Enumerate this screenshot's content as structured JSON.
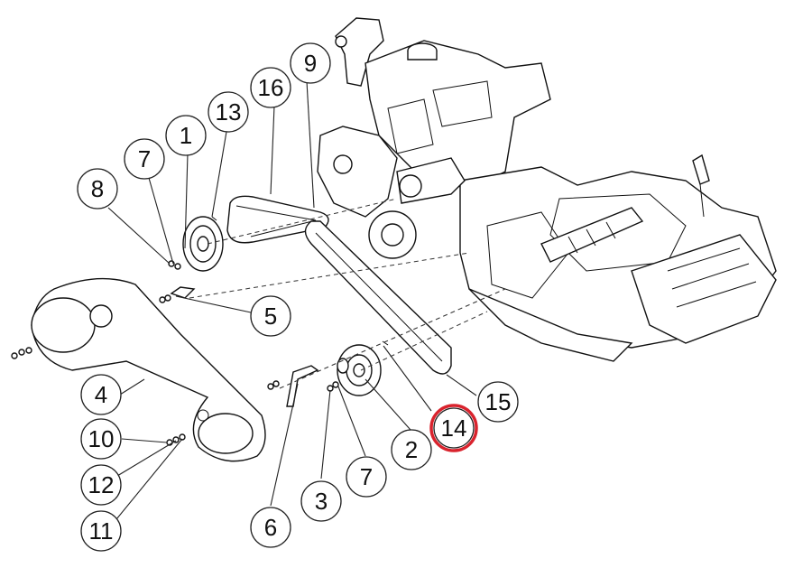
{
  "diagram": {
    "callouts": [
      {
        "id": "c8",
        "label": "8"
      },
      {
        "id": "c7a",
        "label": "7"
      },
      {
        "id": "c1",
        "label": "1"
      },
      {
        "id": "c13",
        "label": "13"
      },
      {
        "id": "c16",
        "label": "16"
      },
      {
        "id": "c9",
        "label": "9"
      },
      {
        "id": "c5",
        "label": "5"
      },
      {
        "id": "c4",
        "label": "4"
      },
      {
        "id": "c10",
        "label": "10"
      },
      {
        "id": "c12",
        "label": "12"
      },
      {
        "id": "c11",
        "label": "11"
      },
      {
        "id": "c6",
        "label": "6"
      },
      {
        "id": "c3",
        "label": "3"
      },
      {
        "id": "c7b",
        "label": "7"
      },
      {
        "id": "c2",
        "label": "2"
      },
      {
        "id": "c14",
        "label": "14"
      },
      {
        "id": "c15",
        "label": "15"
      }
    ],
    "highlighted_callout": "14",
    "highlight_color": "#d9232d",
    "line_color": "#111111"
  }
}
